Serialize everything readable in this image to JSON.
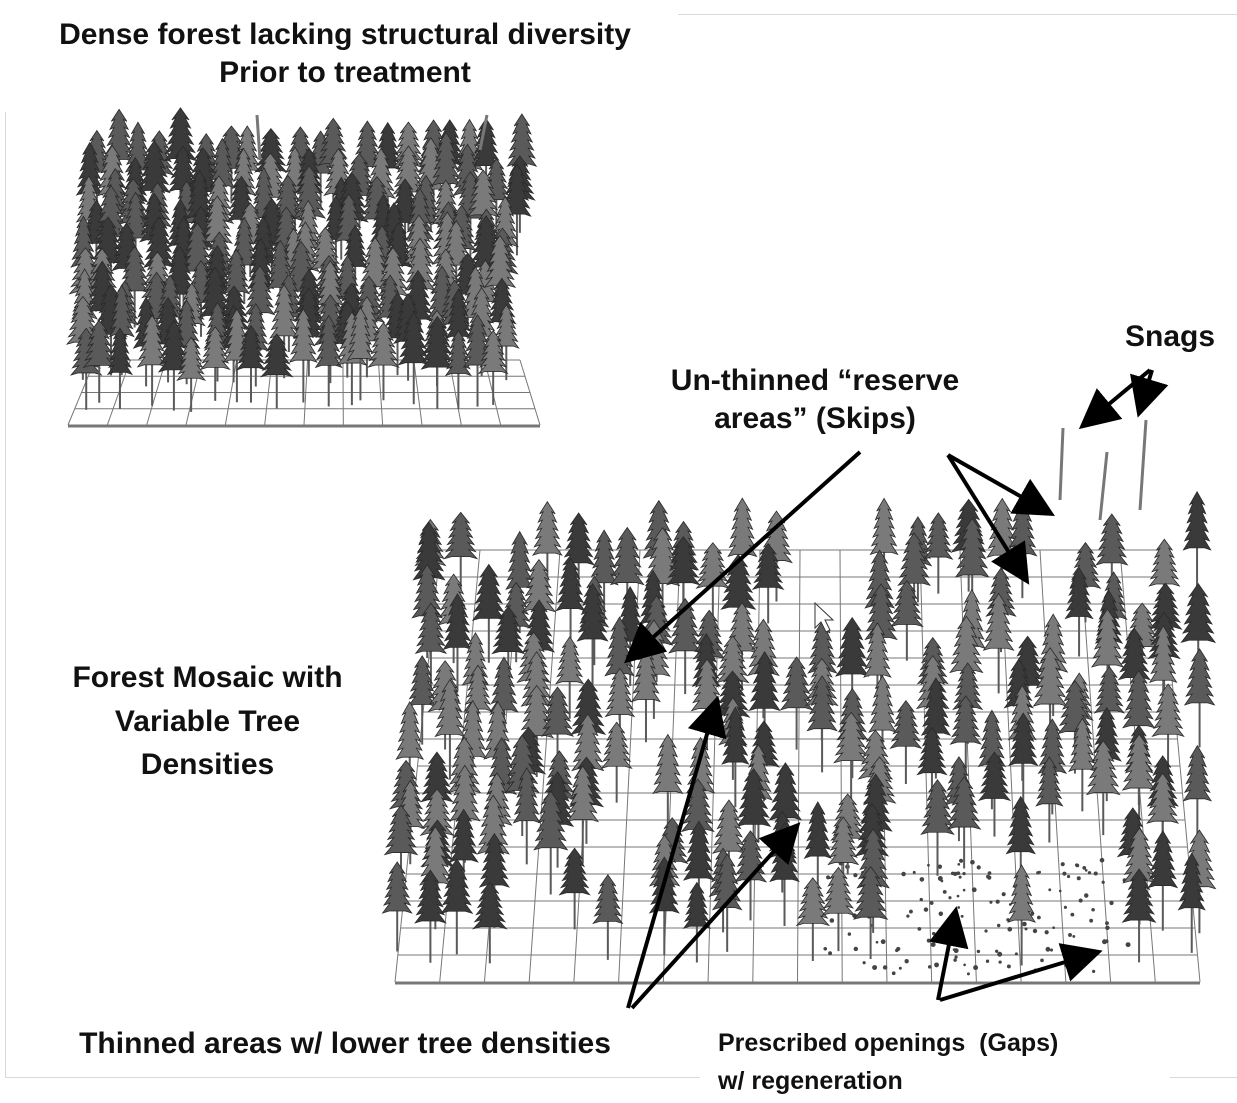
{
  "title": {
    "line1": "Dense forest lacking structural diversity",
    "line2": "Prior to treatment"
  },
  "labels": {
    "snags": "Snags",
    "skips_line1": "Un-thinned “reserve",
    "skips_line2": "areas” (Skips)",
    "mosaic_line1": "Forest Mosaic with",
    "mosaic_line2": "Variable Tree",
    "mosaic_line3": "Densities",
    "thinned": "Thinned areas w/ lower tree densities",
    "gaps_line1": "Prescribed openings  (Gaps)",
    "gaps_line2": "w/ regeneration"
  },
  "colors": {
    "tree_dark": "#3a3a3a",
    "tree_mid": "#5a5a5a",
    "tree_light": "#7a7a7a",
    "grid": "#777777",
    "arrow": "#000000"
  },
  "icons": {
    "tree": "conifer-tree-icon",
    "snag": "snag-icon",
    "cursor": "mouse-cursor-icon"
  }
}
